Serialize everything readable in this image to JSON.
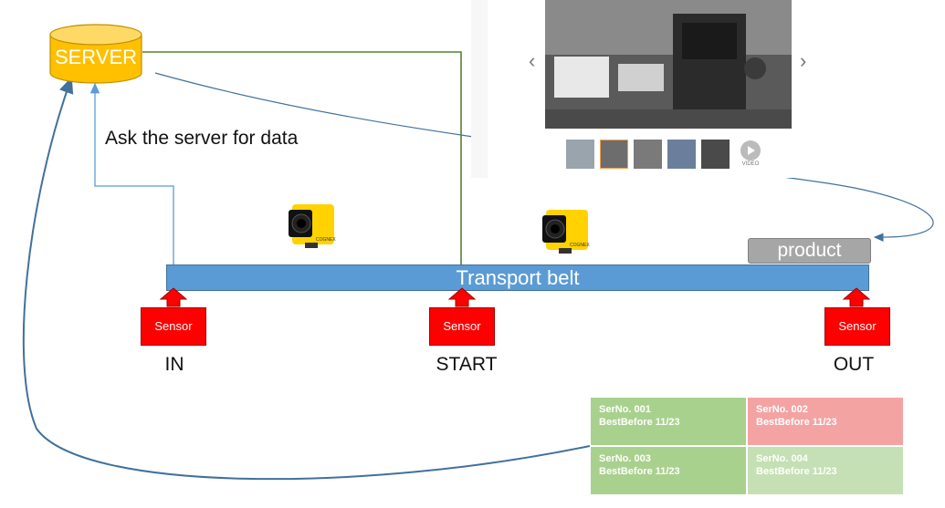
{
  "server": {
    "label": "SERVER"
  },
  "caption": "Ask the server for data",
  "belt": {
    "label": "Transport belt"
  },
  "product": {
    "label": "product"
  },
  "sensors": [
    {
      "box": "Sensor",
      "label": "IN"
    },
    {
      "box": "Sensor",
      "label": "START"
    },
    {
      "box": "Sensor",
      "label": "OUT"
    }
  ],
  "gallery": {
    "prev": "‹",
    "next": "›",
    "video_label": "VIDEO"
  },
  "camera_brand": "COGNEX",
  "table": [
    {
      "serial": "SerNo. 001",
      "best_before": "BestBefore 11/23",
      "color": "#a9d18e"
    },
    {
      "serial": "SerNo. 002",
      "best_before": "BestBefore 11/23",
      "color": "#f4a3a3"
    },
    {
      "serial": "SerNo. 003",
      "best_before": "BestBefore 11/23",
      "color": "#a9d18e"
    },
    {
      "serial": "SerNo. 004",
      "best_before": "BestBefore 11/23",
      "color": "#c5e0b4"
    }
  ],
  "colors": {
    "server_fill": "#ffc000",
    "server_stroke": "#bf9000",
    "belt": "#5b9bd5",
    "sensor": "#ff0000",
    "arrow_blue": "#41719c",
    "arrow_light_blue": "#5b9bd5",
    "arrow_green": "#548235"
  }
}
